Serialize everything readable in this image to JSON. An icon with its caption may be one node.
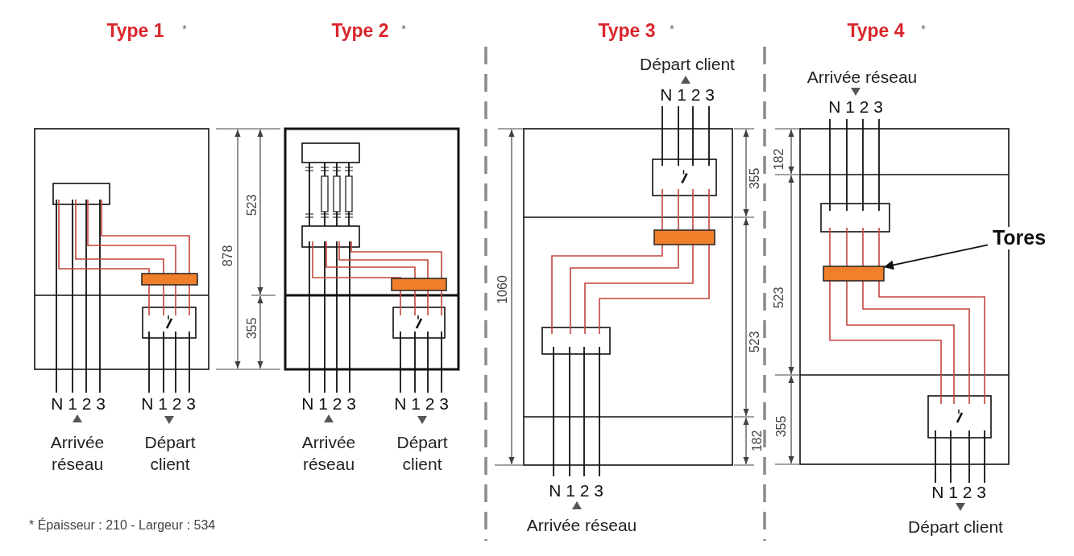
{
  "diagram": {
    "nodes": [
      {
        "text": [
          "Tores"
        ]
      },
      {
        "text": [],
        "shape": "bar"
      }
    ],
    "edges": [
      {
        "from": 0,
        "to": 1,
        "arrow": "to"
      }
    ],
    "labels": [
      "Type 1",
      "*",
      "Type 2",
      "*",
      "Type 3",
      "*",
      "Type 4",
      "*",
      "Départ client",
      "N 1 2 3",
      "Arrivée réseau",
      "N 1 2 3",
      "182",
      "878",
      "523",
      "355",
      "1060",
      "523",
      "523",
      "355",
      "355",
      "182",
      "N 1 2 3",
      "N 1 2 3",
      "N 1 2 3",
      "N 1 2 3",
      "Arrivée réseau",
      "Départ client",
      "Arrivée réseau",
      "Départ client",
      "N 1 2 3",
      "N 1 2 3",
      "* Épaisseur : 210 - Largeur : 534",
      "Arrivée réseau",
      "Départ client"
    ]
  }
}
